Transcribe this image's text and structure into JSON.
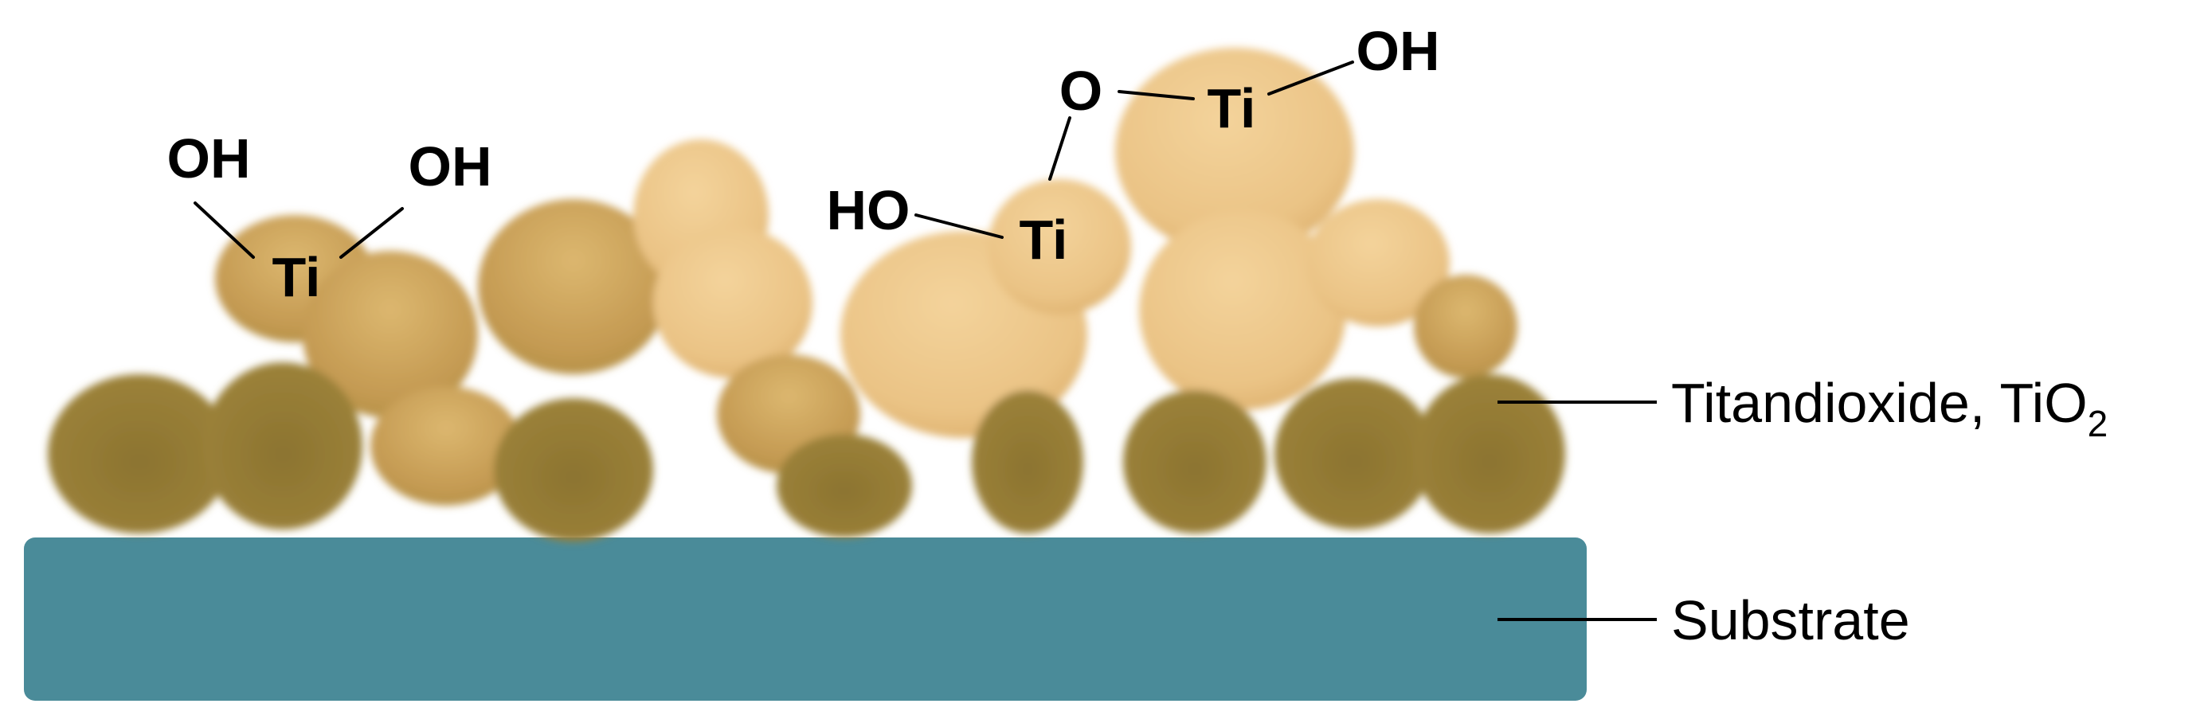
{
  "colors": {
    "background": "#ffffff",
    "substrate": "#4a8b99",
    "particle_light": "#eec78a",
    "particle_dark": "#8a7128",
    "line": "#000000"
  },
  "atoms": {
    "ti_left": "Ti",
    "oh_left_1": "OH",
    "oh_left_2": "OH",
    "ti_center": "Ti",
    "ho_center": "HO",
    "bridge_o": "O",
    "ti_top": "Ti",
    "oh_top": "OH"
  },
  "labels": {
    "tio2_text": "Titandioxide, TiO",
    "tio2_subscript": "2",
    "substrate": "Substrate"
  }
}
